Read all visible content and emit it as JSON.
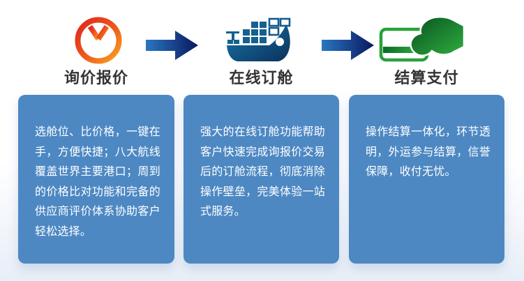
{
  "steps": [
    {
      "icon": "yuan-coin-icon",
      "label": "询价报价",
      "description": "选舱位、比价格，一键在手，方便快捷；八大航线覆盖世界主要港口；周到的价格比对功能和完备的供应商评价体系协助客户轻松选择。",
      "accent_start": "#e0251b",
      "accent_end": "#f8a51e"
    },
    {
      "icon": "container-ship-icon",
      "label": "在线订舱",
      "description": "强大的在线订舱功能帮助客户快速完成询报价交易后的订舱流程，彻底消除操作壁垒，完美体验一站式服务。",
      "accent_start": "#1878b0",
      "accent_end": "#0b3058"
    },
    {
      "icon": "card-payment-icon",
      "label": "结算支付",
      "description": "操作结算一体化，环节透明，外运参与结算，信誉保障，收付无忧。",
      "accent_start": "#075220",
      "accent_end": "#2fae3e"
    }
  ],
  "arrows": {
    "icon": "right-arrow-icon",
    "color_start": "#2a77c0",
    "color_end": "#0a1760"
  },
  "colors": {
    "card_background": "#4d88c3",
    "card_text": "#ffffff",
    "label_text": "#333333",
    "page_background_bottom": "#e7eef7"
  }
}
